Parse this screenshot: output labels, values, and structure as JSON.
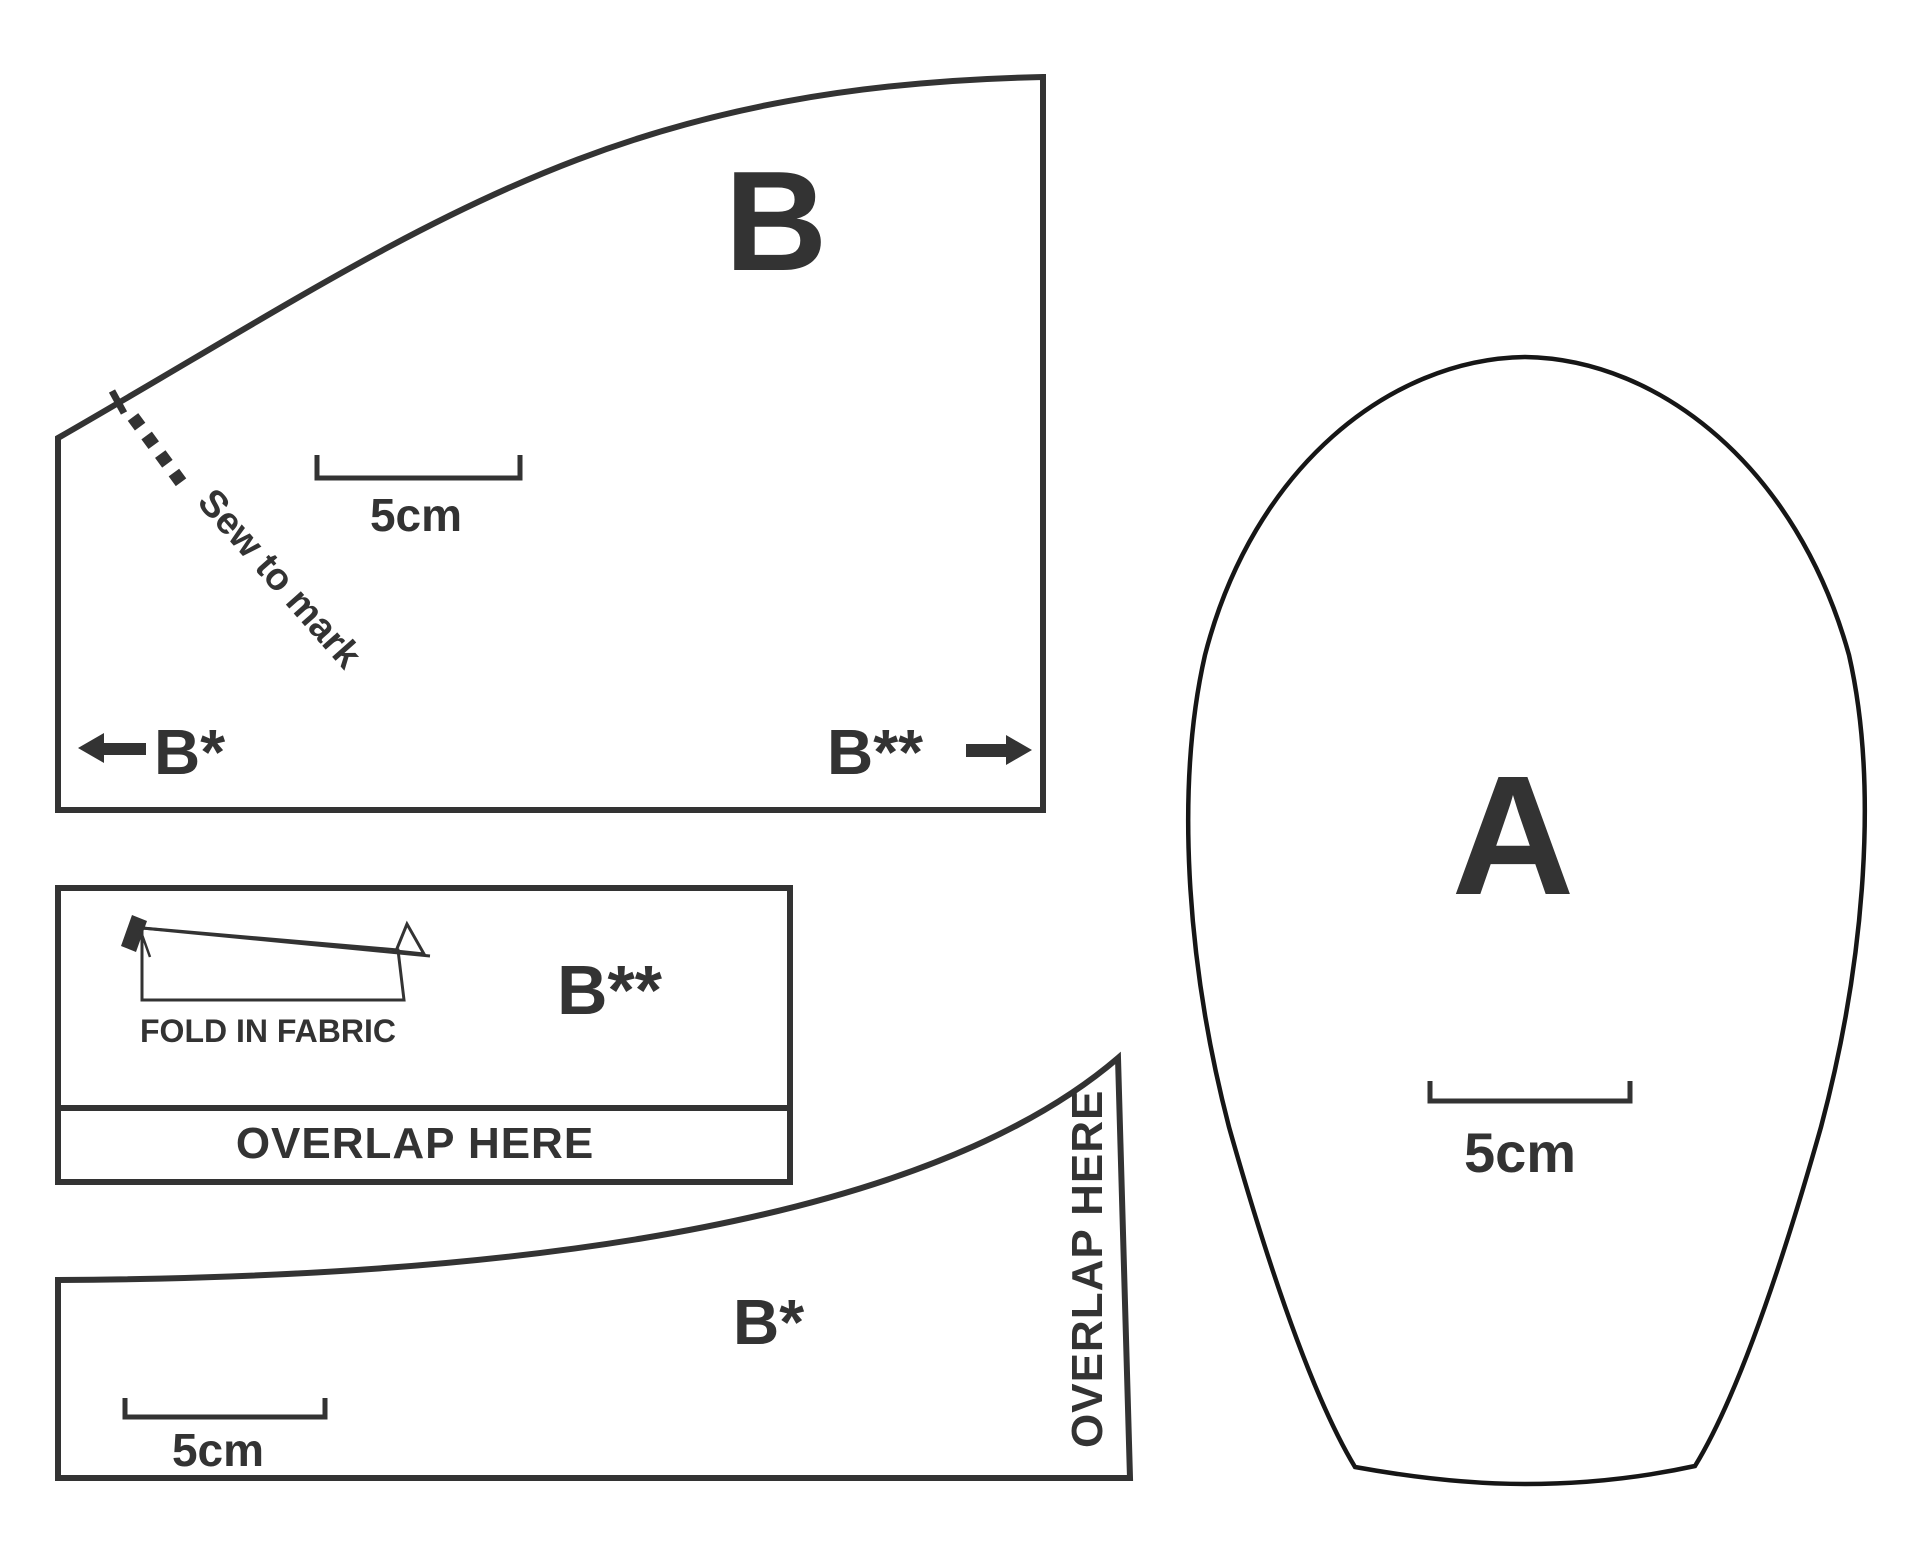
{
  "colors": {
    "ink": "#333333",
    "a_outline": "#161616",
    "background": "#ffffff"
  },
  "pieces": {
    "b": {
      "label": "B",
      "scale_label": "5cm",
      "sew_note": "Sew to mark",
      "bottom_left_label": "B*",
      "bottom_right_label": "B**"
    },
    "b_overlap_panel": {
      "label": "B**",
      "fold_note": "FOLD IN FABRIC",
      "overlap_note": "OVERLAP HERE"
    },
    "b_star": {
      "label": "B*",
      "overlap_note": "OVERLAP HERE",
      "scale_label": "5cm"
    },
    "a": {
      "label": "A",
      "scale_label": "5cm"
    }
  }
}
